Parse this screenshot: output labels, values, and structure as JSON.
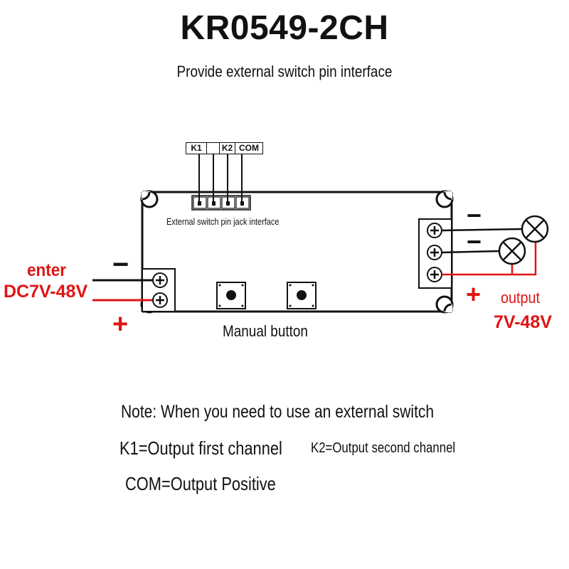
{
  "title": "KR0549-2CH",
  "subtitle": "Provide external switch pin interface",
  "pins": [
    "K1",
    "",
    "K2",
    "COM"
  ],
  "jack_label": "External switch pin jack interface",
  "input": {
    "label": "enter",
    "range": "DC7V-48V",
    "minus": "−",
    "plus": "+"
  },
  "output": {
    "label": "output",
    "range": "7V-48V",
    "minus1": "−",
    "minus2": "−",
    "plus": "+"
  },
  "terminal_symbol": "⊕",
  "manual_button_label": "Manual button",
  "notes": {
    "line1": "Note: When you need to use an external switch",
    "k1": "K1=Output first channel",
    "k2": "K2=Output second channel",
    "com": "COM=Output Positive"
  },
  "colors": {
    "accent_red": "#e01414",
    "ink": "#111111"
  }
}
